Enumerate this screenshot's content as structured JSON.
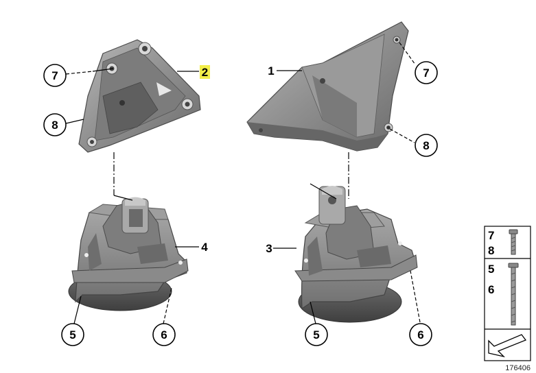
{
  "diagram": {
    "callouts": {
      "c7_left": "7",
      "c8_left": "8",
      "c2": "2",
      "c1": "1",
      "c7_right": "7",
      "c8_right": "8",
      "c4": "4",
      "c3": "3",
      "c5_left": "5",
      "c6_left": "6",
      "c5_right": "5",
      "c6_right": "6"
    },
    "legend": {
      "row1_top": "7",
      "row1_bottom": "8",
      "row2_top": "5",
      "row2_bottom": "6"
    },
    "diagram_number": "176406",
    "highlight_color": "#f2ee4a"
  }
}
